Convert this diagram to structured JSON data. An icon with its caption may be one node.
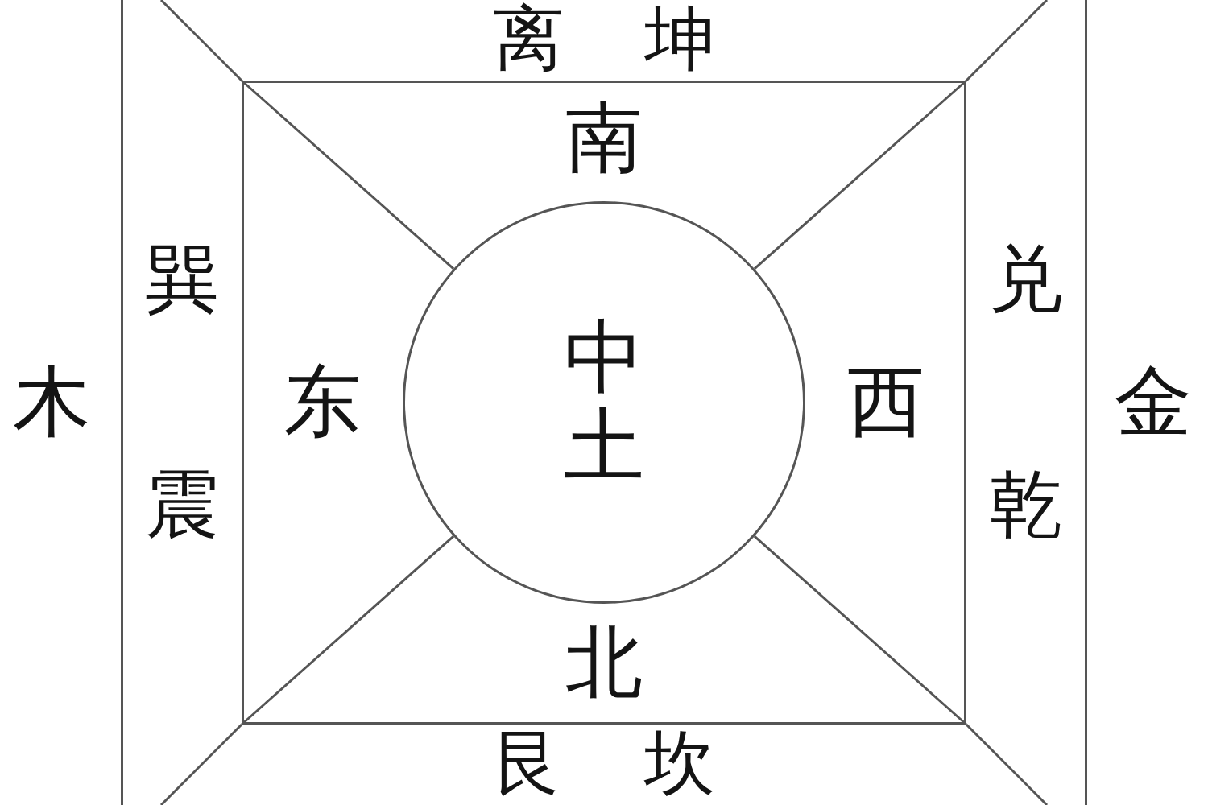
{
  "diagram": {
    "nodes": [
      {
        "text": [
          "离",
          "坤",
          "巽",
          "兑",
          "震",
          "乾",
          "艮",
          "坎"
        ]
      },
      {
        "text": [
          "南",
          "东",
          "西",
          "北"
        ],
        "in": 0
      },
      {
        "text": [
          "中土"
        ],
        "in": 1
      }
    ],
    "labels": [
      "木",
      "金"
    ]
  }
}
